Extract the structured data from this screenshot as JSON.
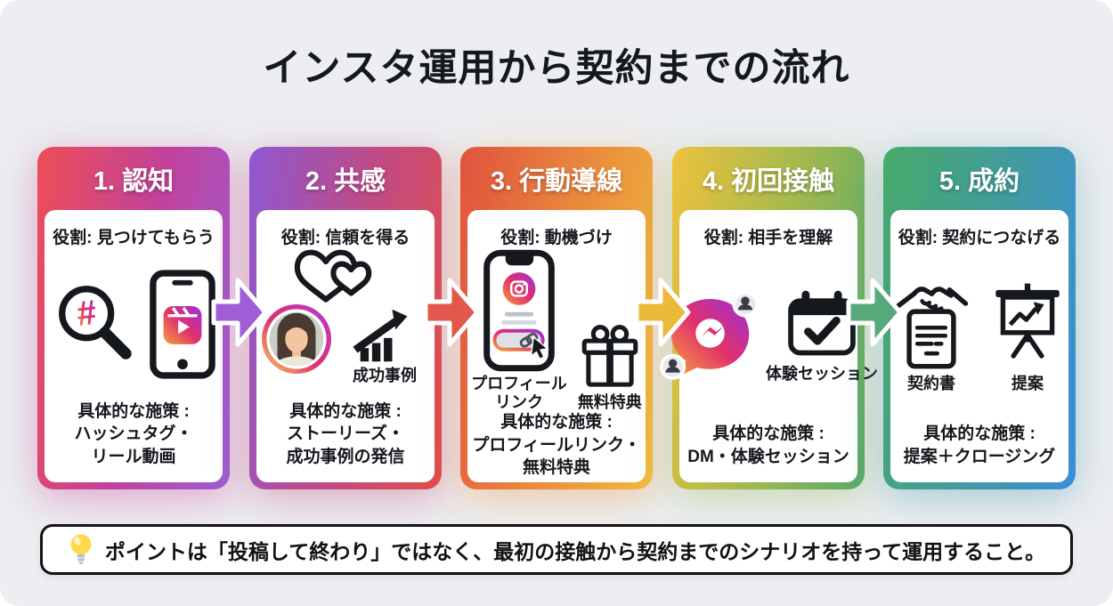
{
  "title": "インスタ運用から契約までの流れ",
  "colors": {
    "background": "#eceef1",
    "card_panel": "#ffffff",
    "text": "#15181d",
    "note_border": "#131313",
    "instagram_gradient": [
      "#f6a13c",
      "#e1306c",
      "#9b30d9"
    ]
  },
  "steps": [
    {
      "header": "1. 認知",
      "role": "役割: 見つけてもらう",
      "actions_heading": "具体的な施策 :",
      "actions_lines": [
        "ハッシュタグ・",
        "リール動画"
      ],
      "icons": [
        "hashtag-magnifier-icon",
        "reels-phone-icon"
      ],
      "color_from": "#ee4e55",
      "color_mid": "#c2419b",
      "color_to": "#9b5fd4",
      "glow": "rgba(205,70,160,0.42)"
    },
    {
      "header": "2. 共感",
      "role": "役割: 信頼を得る",
      "actions_heading": "具体的な施策 :",
      "actions_lines": [
        "ストーリーズ・",
        "成功事例の発信"
      ],
      "chart_label": "成功事例",
      "icons": [
        "double-hearts-icon",
        "customer-avatar",
        "success-chart-icon"
      ],
      "color_from": "#8d58d2",
      "color_mid": "#c14b85",
      "color_to": "#e04c49",
      "glow": "rgba(195,75,125,0.42)"
    },
    {
      "header": "3. 行動導線",
      "role": "役割: 動機づけ",
      "actions_heading": "具体的な施策 :",
      "actions_lines": [
        "プロフィールリンク・",
        "無料特典"
      ],
      "phone_label_lines": [
        "プロフィール",
        "リンク"
      ],
      "gift_label": "無料特典",
      "icons": [
        "profile-link-phone-icon",
        "gift-icon"
      ],
      "color_from": "#e0523f",
      "color_mid": "#ea8a3d",
      "color_to": "#f2bb3d",
      "glow": "rgba(238,150,65,0.42)"
    },
    {
      "header": "4. 初回接触",
      "role": "役割: 相手を理解",
      "actions_heading": "具体的な施策 :",
      "actions_lines": [
        "DM・体験セッション"
      ],
      "calendar_label": "体験セッション",
      "icons": [
        "messenger-dm-icon",
        "calendar-check-icon"
      ],
      "color_from": "#eec23d",
      "color_mid": "#a3b94e",
      "color_to": "#58ab69",
      "glow": "rgba(150,185,90,0.42)"
    },
    {
      "header": "5. 成約",
      "role": "役割: 契約につなげる",
      "actions_heading": "具体的な施策 :",
      "actions_lines": [
        "提案＋クロージング"
      ],
      "contract_label": "契約書",
      "proposal_label": "提案",
      "icons": [
        "handshake-contract-icon",
        "presentation-board-icon"
      ],
      "color_from": "#47aa69",
      "color_mid": "#419c9e",
      "color_to": "#3b8ed8",
      "glow": "rgba(70,155,175,0.42)"
    }
  ],
  "arrows": [
    {
      "color": "#9f5ed6"
    },
    {
      "color": "#e2584d"
    },
    {
      "color": "#ecba3a"
    },
    {
      "color": "#57a97c"
    }
  ],
  "note": {
    "icon": "lightbulb-icon",
    "text": "ポイントは「投稿して終わり」ではなく、最初の接触から契約までのシナリオを持って運用すること。"
  }
}
